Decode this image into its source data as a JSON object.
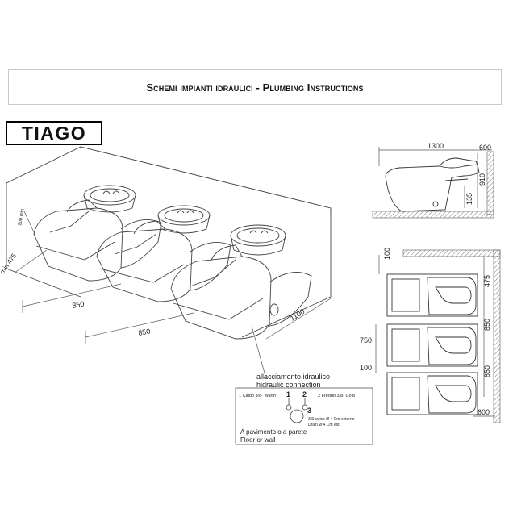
{
  "header": {
    "title": "Schemi impianti idraulici - Plumbing Instructions"
  },
  "model": {
    "name": "TIAGO"
  },
  "perspective": {
    "dims": {
      "wall_offset": "min 475",
      "side_small": "100 min",
      "spacing_1": "850",
      "spacing_2": "850",
      "depth": "1100"
    },
    "connection_label_it": "allacciamento idraulico",
    "connection_label_en": "hidraulic connection"
  },
  "legend": {
    "num_1": "1",
    "num_2": "2",
    "num_3": "3",
    "item_1": "1 Caldo 3/8- Warm",
    "item_2": "2 Freddo 3/8- Cold",
    "item_3_line1": "3 Scarico Ø 4 Cm esterno",
    "item_3_line2": "Drain Ø 4 Cm est.",
    "floor_it": "A pavimento o a parete",
    "floor_en": "Floor or wall"
  },
  "side_view": {
    "dims": {
      "length": "1300",
      "wall_gap": "600",
      "height": "910",
      "drain_height": "135"
    }
  },
  "top_view": {
    "dims": {
      "top_gap": "100",
      "right_offset": "475",
      "spacing_1": "850",
      "spacing_2": "850",
      "unit_depth": "750",
      "gap": "100",
      "bottom_gap": "600"
    }
  }
}
